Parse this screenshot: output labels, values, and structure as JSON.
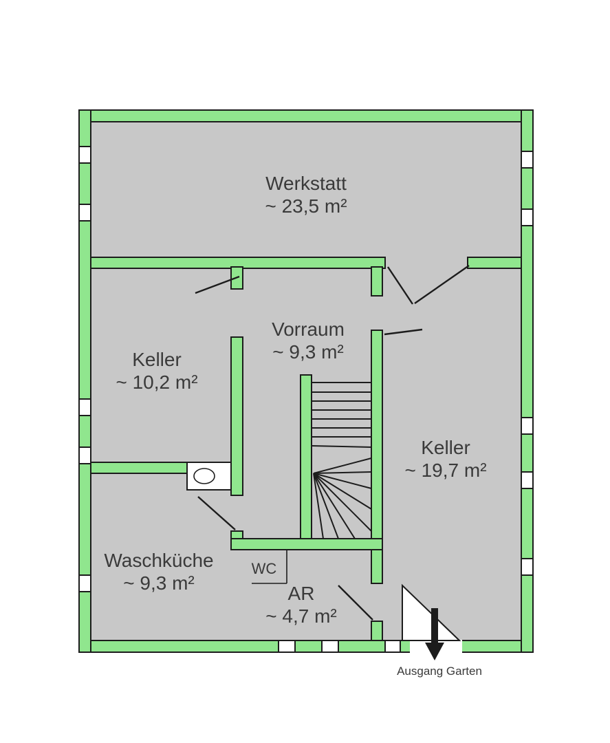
{
  "rooms": {
    "werkstatt": {
      "name": "Werkstatt",
      "area": "~ 23,5 m²"
    },
    "keller_left": {
      "name": "Keller",
      "area": "~ 10,2 m²"
    },
    "vorraum": {
      "name": "Vorraum",
      "area": "~ 9,3 m²"
    },
    "keller_right": {
      "name": "Keller",
      "area": "~ 19,7 m²"
    },
    "waschkueche": {
      "name": "Waschküche",
      "area": "~ 9,3 m²"
    },
    "wc": {
      "name": "WC"
    },
    "ar": {
      "name": "AR",
      "area": "~ 4,7 m²"
    }
  },
  "exit": {
    "label": "Ausgang Garten"
  },
  "colors": {
    "wall": "#90e68e",
    "floor": "#c8c8c8",
    "outline": "#1c1c1c",
    "background": "#ffffff",
    "text": "#3a3a3a"
  }
}
